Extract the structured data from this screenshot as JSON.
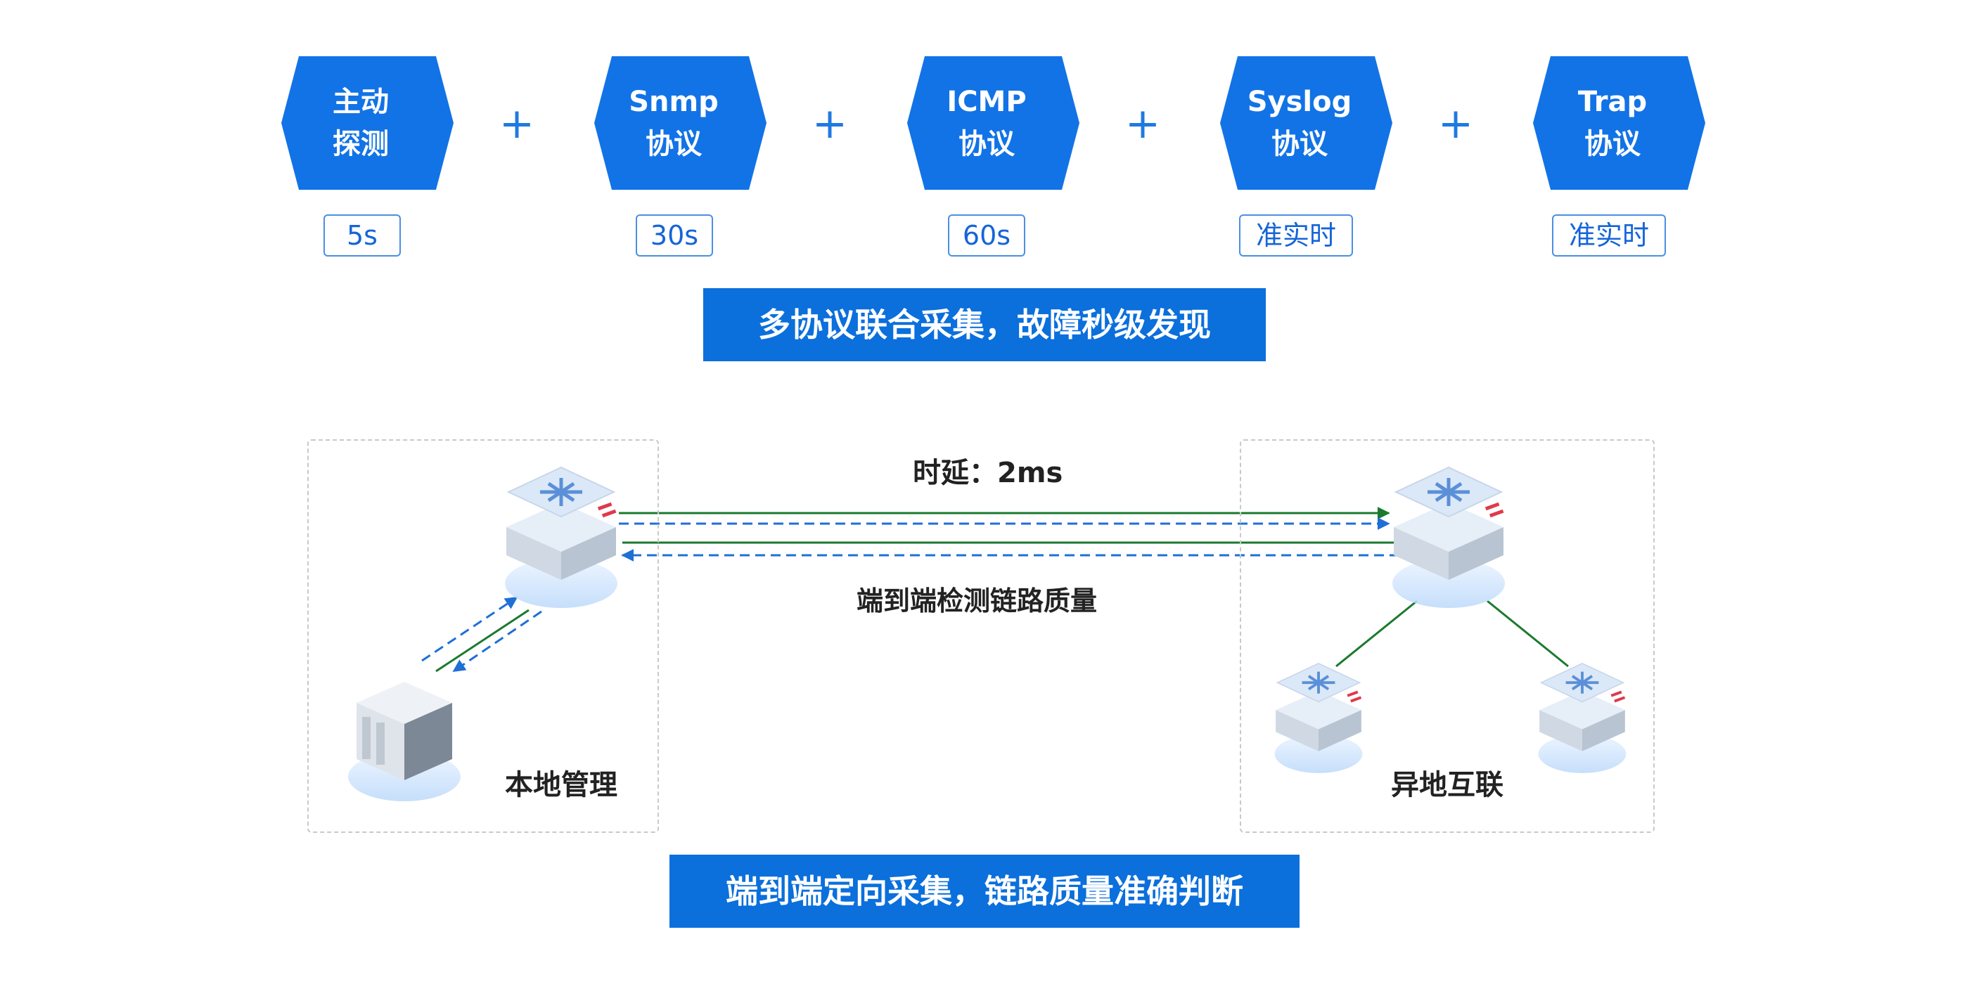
{
  "protocols": [
    {
      "line1": "主动",
      "line2": "探测",
      "interval": "5s"
    },
    {
      "line1": "Snmp",
      "line2": "协议",
      "interval": "30s"
    },
    {
      "line1": "ICMP",
      "line2": "协议",
      "interval": "60s"
    },
    {
      "line1": "Syslog",
      "line2": "协议",
      "interval": "准实时"
    },
    {
      "line1": "Trap",
      "line2": "协议",
      "interval": "准实时"
    }
  ],
  "plus_symbol": "+",
  "banner_top": "多协议联合采集，故障秒级发现",
  "banner_bottom": "端到端定向采集，链路质量准确判断",
  "latency_label": "时延：2ms",
  "link_label": "端到端检测链路质量",
  "local_label": "本地管理",
  "remote_label": "异地互联",
  "colors": {
    "primary_blue": "#1273e6",
    "banner_blue": "#0b6fdc",
    "link_green": "#1a7a2e",
    "dashed_blue": "#1f6fd6",
    "box_border": "#c9c9c9"
  }
}
